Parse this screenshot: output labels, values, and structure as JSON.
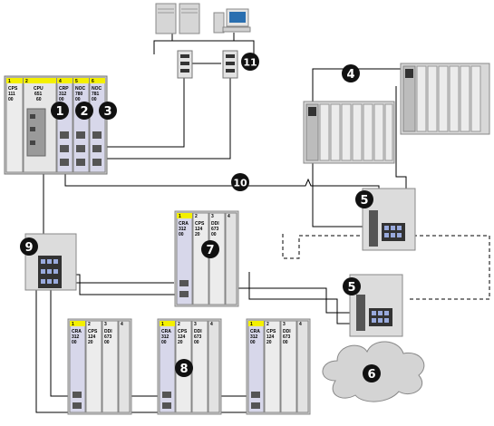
{
  "callouts": {
    "c1": "1",
    "c2": "2",
    "c3": "3",
    "c4": "4",
    "c5a": "5",
    "c5b": "5",
    "c6": "6",
    "c7": "7",
    "c8": "8",
    "c9": "9",
    "c10": "10",
    "c11": "11"
  },
  "main_rack": {
    "slot1": {
      "num": "1",
      "l1": "CPS",
      "l2": "111",
      "l3": "00"
    },
    "slot2": {
      "num": "2",
      "l1": "CPU",
      "l2": "651",
      "l3": "60"
    },
    "slot4": {
      "num": "4",
      "l1": "CRP",
      "l2": "312",
      "l3": "00"
    },
    "slot5": {
      "num": "5",
      "l1": "NOC",
      "l2": "780",
      "l3": "00"
    },
    "slot6": {
      "num": "6",
      "l1": "NOC",
      "l2": "781",
      "l3": "00"
    }
  },
  "drop_top": {
    "slot1": {
      "num": "1",
      "l1": "CRA",
      "l2": "312",
      "l3": "00"
    },
    "slot2": {
      "num": "2",
      "l1": "CPS",
      "l2": "124",
      "l3": "20"
    },
    "slot3": {
      "num": "3",
      "l1": "DDI",
      "l2": "673",
      "l3": "00"
    },
    "slot4": {
      "num": "4"
    }
  },
  "drop_1": {
    "slot1": {
      "num": "1",
      "l1": "CRA",
      "l2": "312",
      "l3": "00"
    },
    "slot2": {
      "num": "2",
      "l1": "CPS",
      "l2": "124",
      "l3": "20"
    },
    "slot3": {
      "num": "3",
      "l1": "DDI",
      "l2": "673",
      "l3": "00"
    },
    "slot4": {
      "num": "4"
    }
  },
  "drop_2": {
    "slot1": {
      "num": "1",
      "l1": "CRA",
      "l2": "312",
      "l3": "00"
    },
    "slot2": {
      "num": "2",
      "l1": "CPS",
      "l2": "124",
      "l3": "20"
    },
    "slot3": {
      "num": "3",
      "l1": "DDI",
      "l2": "673",
      "l3": "00"
    },
    "slot4": {
      "num": "4"
    }
  },
  "drop_3": {
    "slot1": {
      "num": "1",
      "l1": "CRA",
      "l2": "312",
      "l3": "00"
    },
    "slot2": {
      "num": "2",
      "l1": "CPS",
      "l2": "124",
      "l3": "20"
    },
    "slot3": {
      "num": "3",
      "l1": "DDI",
      "l2": "673",
      "l3": "00"
    },
    "slot4": {
      "num": "4"
    }
  },
  "colors": {
    "badge": "#111111",
    "cloud": "#d4d4d4",
    "panel": "#dcdcdc",
    "module": "#ececec",
    "cra_module": "#d7d7ea",
    "label_yellow": "#f4f000",
    "cable": "#000000"
  }
}
